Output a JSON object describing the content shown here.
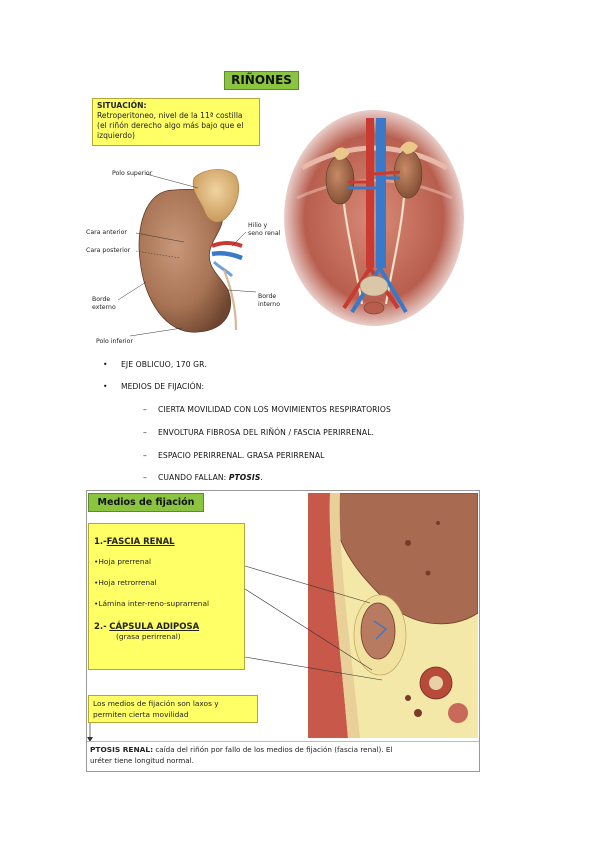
{
  "title": "RIÑONES",
  "situacion": {
    "heading": "SITUACIÓN:",
    "line1": "Retroperitoneo, nivel de la 11ª costilla",
    "line2": "(el riñón derecho algo más bajo que el",
    "line3": "izquierdo)"
  },
  "figure1_labels": {
    "polo_superior": "Polo superior",
    "cara_anterior": "Cara anterior",
    "cara_posterior": "Cara posterior",
    "borde_externo_1": "Borde",
    "borde_externo_2": "externo",
    "polo_inferior": "Polo inferior",
    "hilio_1": "Hilio y",
    "hilio_2": "seno renal",
    "borde_interno_1": "Borde",
    "borde_interno_2": "interno"
  },
  "bullets": [
    {
      "mark": "•",
      "text": "EJE OBLICUO, 170 GR."
    },
    {
      "mark": "•",
      "text": "MEDIOS DE FIJACIÓN:"
    }
  ],
  "subbullets": [
    {
      "mark": "–",
      "text": "CIERTA MOVILIDAD CON LOS MOVIMIENTOS RESPIRATORIOS"
    },
    {
      "mark": "–",
      "text": "ENVOLTURA FIBROSA DEL RIÑÓN / FASCIA PERIRRENAL."
    },
    {
      "mark": "–",
      "text": "ESPACIO PERIRRENAL. GRASA PERIRRENAL"
    },
    {
      "mark": "–",
      "text": "CUANDO FALLAN: ",
      "emph": "PTOSIS",
      "tail": "."
    }
  ],
  "medios": {
    "title": "Medios de fijación",
    "fascia_num": "1.-",
    "fascia_title": "FASCIA RENAL",
    "items": [
      "•Hoja prerrenal",
      "•Hoja retrorrenal",
      "•Lámina inter-reno-suprarrenal"
    ],
    "capsula_num": "2.-",
    "capsula_title": "CÁPSULA ADIPOSA",
    "capsula_sub": "(grasa perirrenal)",
    "laxos_1": "Los medios de fijación son laxos y",
    "laxos_2": "permiten cierta movilidad",
    "ptosis_head": "PTOSIS RENAL:",
    "ptosis_text1": " caída del riñón por fallo de los medios de fijación (fascia renal). El",
    "ptosis_text2": "uréter tiene longitud normal."
  },
  "colors": {
    "title_green": "#8bc53f",
    "note_yellow": "#ffff66",
    "kidney_brown": "#a87455",
    "vein_blue": "#3a78c8",
    "artery_red": "#c83a32"
  }
}
